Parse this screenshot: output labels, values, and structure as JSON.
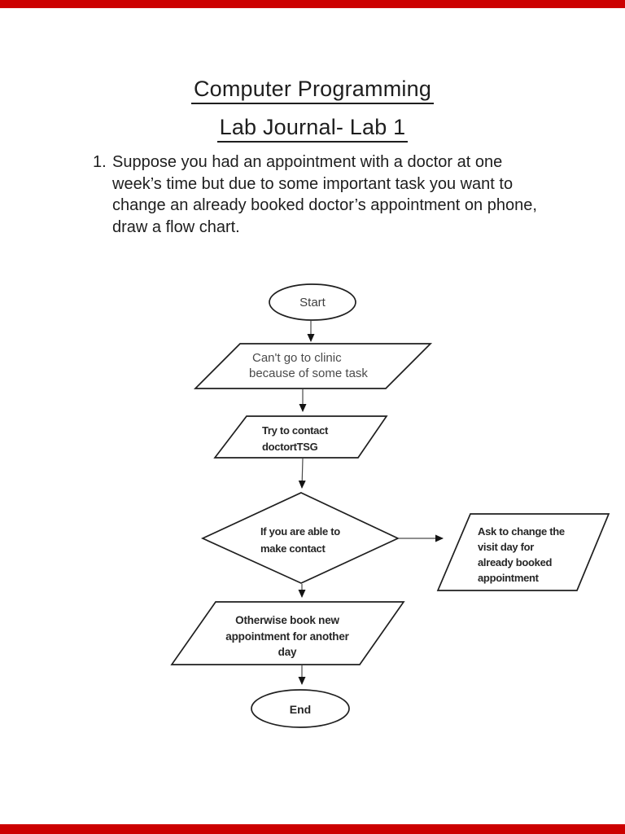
{
  "page": {
    "accent_red": "#cc0000",
    "background": "#ffffff"
  },
  "header": {
    "title": "Computer Programming",
    "subtitle": "Lab Journal- Lab 1"
  },
  "question": {
    "number": "1.",
    "lines": [
      "Suppose you had an appointment with a doctor at one",
      "week’s time but due to some important task you want to",
      "change an already booked doctor’s appointment on phone,",
      "draw a flow chart."
    ]
  },
  "flowchart": {
    "start": "Start",
    "step_cant_go": [
      "Can't go to clinic",
      "because of some task"
    ],
    "step_contact": [
      "Try to contact",
      "doctortTSG"
    ],
    "decision": [
      "If you are able to",
      "make contact"
    ],
    "branch_change": [
      "Ask to change the",
      "visit day for",
      "already booked",
      "appointment"
    ],
    "branch_new": [
      "Otherwise book new",
      "appointment for another",
      "day"
    ],
    "end": "End"
  }
}
